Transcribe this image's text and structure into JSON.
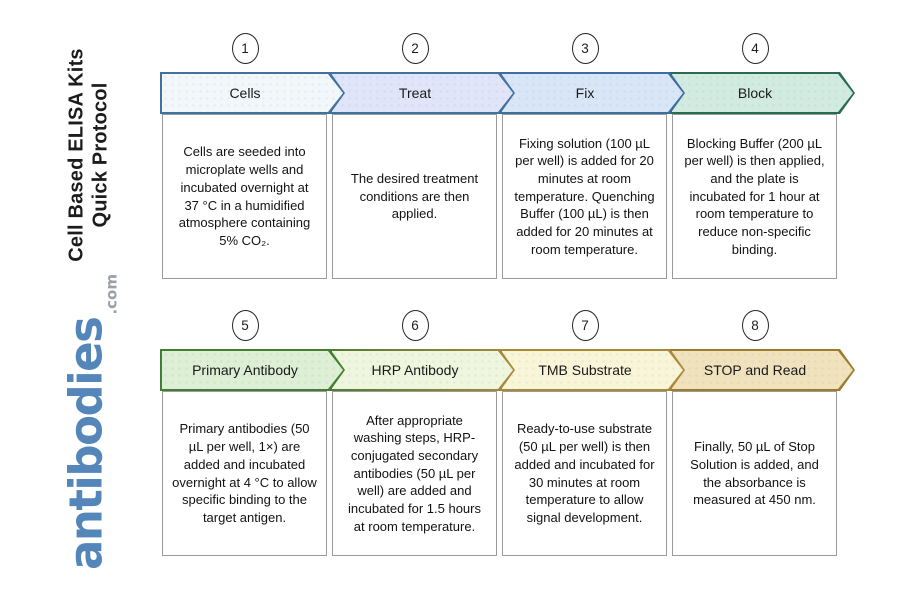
{
  "header": {
    "title_line1": "Cell Based ELISA Kits",
    "title_line2": "Quick Protocol"
  },
  "brand": {
    "name": "antibodies",
    "suffix": ".com",
    "name_color": "#5486ba",
    "suffix_color": "#9aa0a6"
  },
  "steps": [
    {
      "number": "1",
      "label": "Cells",
      "fill": "#f2f7fa",
      "border": "#40719f",
      "description": "Cells are seeded into microplate wells and incubated overnight at 37 °C in a humidified atmosphere containing 5% CO₂."
    },
    {
      "number": "2",
      "label": "Treat",
      "fill": "#e1e5f9",
      "border": "#40719f",
      "description": "The desired treatment conditions are then applied."
    },
    {
      "number": "3",
      "label": "Fix",
      "fill": "#d9e6f8",
      "border": "#3d6e9d",
      "description": "Fixing solution (100 µL per well) is added for 20 minutes at room temperature. Quenching Buffer (100 µL) is then added for 20 minutes at room temperature."
    },
    {
      "number": "4",
      "label": "Block",
      "fill": "#d2ebe0",
      "border": "#2a6a4e",
      "description": "Blocking Buffer (200 µL per well) is then applied, and the plate is incubated for 1 hour at room temperature to reduce non-specific binding."
    },
    {
      "number": "5",
      "label": "Primary Antibody",
      "fill": "#ddefd5",
      "border": "#457d31",
      "description": "Primary antibodies (50 µL per well, 1×) are added and incubated overnight at 4 °C to allow specific binding to the target antigen."
    },
    {
      "number": "6",
      "label": "HRP Antibody",
      "fill": "#eef6de",
      "border": "#4f7d33",
      "border_to": "#a8893a",
      "description": "After appropriate washing steps, HRP-conjugated secondary antibodies (50 µL per well) are added and incubated for 1.5 hours at room temperature."
    },
    {
      "number": "7",
      "label": "TMB Substrate",
      "fill": "#f9f5d8",
      "border": "#a8893a",
      "description": "Ready-to-use substrate (50 µL per well) is then added and incubated for 30 minutes at room temperature to allow signal development."
    },
    {
      "number": "8",
      "label": "STOP and Read",
      "fill": "#f0e2bc",
      "border": "#9c7c2c",
      "description": "Finally, 50 µL of Stop Solution is added, and the absorbance is measured at 450 nm."
    }
  ]
}
